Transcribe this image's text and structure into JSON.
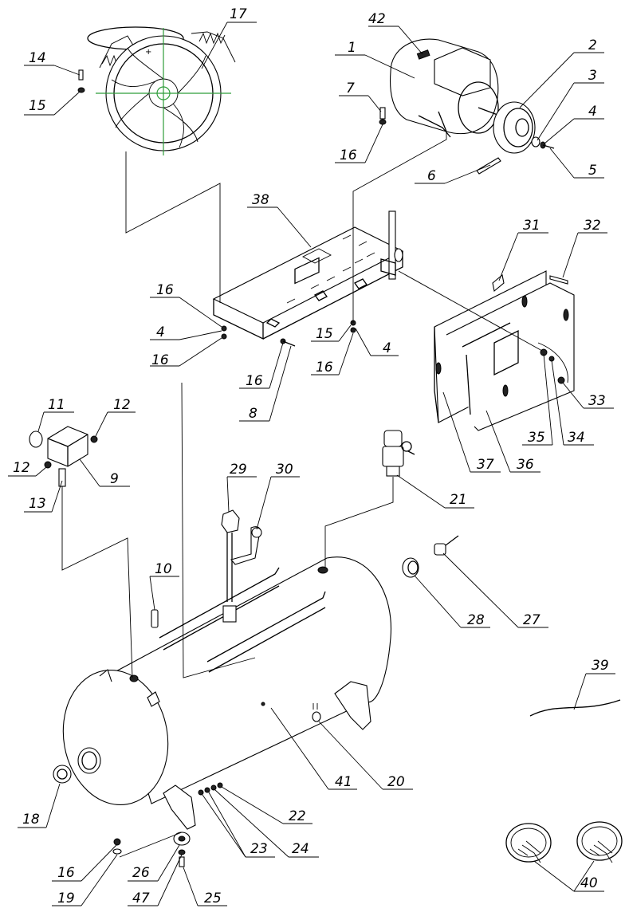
{
  "callouts": [
    {
      "id": "c42",
      "label": "42"
    },
    {
      "id": "c1",
      "label": "1"
    },
    {
      "id": "c2",
      "label": "2"
    },
    {
      "id": "c3",
      "label": "3"
    },
    {
      "id": "c4a",
      "label": "4"
    },
    {
      "id": "c5",
      "label": "5"
    },
    {
      "id": "c6",
      "label": "6"
    },
    {
      "id": "c7",
      "label": "7"
    },
    {
      "id": "c16a",
      "label": "16"
    },
    {
      "id": "c14",
      "label": "14"
    },
    {
      "id": "c15a",
      "label": "15"
    },
    {
      "id": "c17",
      "label": "17"
    },
    {
      "id": "c38",
      "label": "38"
    },
    {
      "id": "c16b",
      "label": "16"
    },
    {
      "id": "c4b",
      "label": "4"
    },
    {
      "id": "c16c",
      "label": "16"
    },
    {
      "id": "c16d",
      "label": "16"
    },
    {
      "id": "c8",
      "label": "8"
    },
    {
      "id": "c15b",
      "label": "15"
    },
    {
      "id": "c4c",
      "label": "4"
    },
    {
      "id": "c16e",
      "label": "16"
    },
    {
      "id": "c31",
      "label": "31"
    },
    {
      "id": "c32",
      "label": "32"
    },
    {
      "id": "c33",
      "label": "33"
    },
    {
      "id": "c34",
      "label": "34"
    },
    {
      "id": "c35",
      "label": "35"
    },
    {
      "id": "c36",
      "label": "36"
    },
    {
      "id": "c37",
      "label": "37"
    },
    {
      "id": "c11",
      "label": "11"
    },
    {
      "id": "c12a",
      "label": "12"
    },
    {
      "id": "c12b",
      "label": "12"
    },
    {
      "id": "c9",
      "label": "9"
    },
    {
      "id": "c13",
      "label": "13"
    },
    {
      "id": "c29",
      "label": "29"
    },
    {
      "id": "c30",
      "label": "30"
    },
    {
      "id": "c21",
      "label": "21"
    },
    {
      "id": "c10",
      "label": "10"
    },
    {
      "id": "c28",
      "label": "28"
    },
    {
      "id": "c27",
      "label": "27"
    },
    {
      "id": "c39",
      "label": "39"
    },
    {
      "id": "c41",
      "label": "41"
    },
    {
      "id": "c20",
      "label": "20"
    },
    {
      "id": "c22",
      "label": "22"
    },
    {
      "id": "c23",
      "label": "23"
    },
    {
      "id": "c24",
      "label": "24"
    },
    {
      "id": "c18",
      "label": "18"
    },
    {
      "id": "c16f",
      "label": "16"
    },
    {
      "id": "c19",
      "label": "19"
    },
    {
      "id": "c26",
      "label": "26"
    },
    {
      "id": "c47",
      "label": "47"
    },
    {
      "id": "c25",
      "label": "25"
    },
    {
      "id": "c40",
      "label": "40"
    }
  ]
}
